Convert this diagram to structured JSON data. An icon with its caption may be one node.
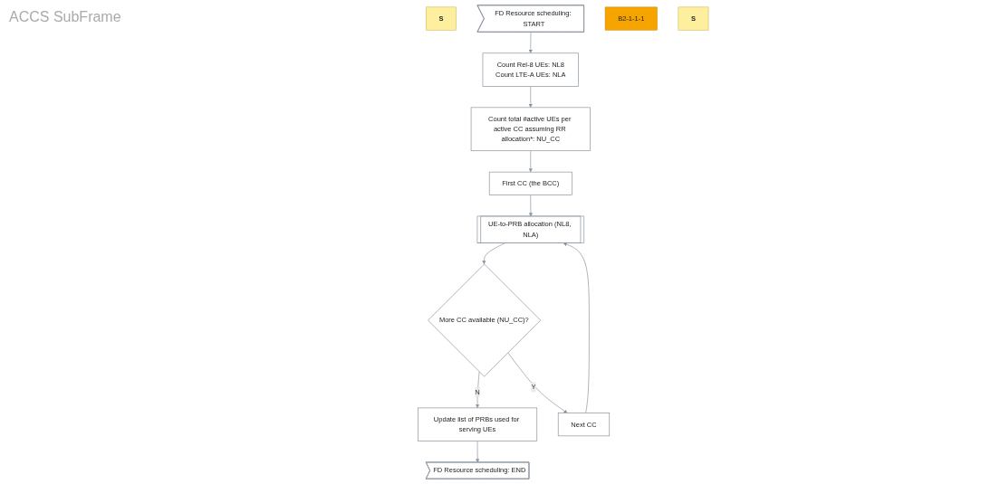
{
  "diagram": {
    "nodes": [
      {
        "text": [
          "S"
        ]
      },
      {
        "text": [
          "FD Resource scheduling: START"
        ]
      },
      {
        "text": [
          "Count Rel-8 UEs: NL8",
          "Count LTE-A UEs: NLA"
        ]
      },
      {
        "text": [
          "Count total #active UEs per active CC assuming RR allocation*: NU_CC"
        ]
      },
      {
        "text": [
          "First CC (the BCC)"
        ]
      },
      {
        "text": [
          "UE-to-PRB allocation (NL8, NLA)"
        ]
      },
      {
        "text": [
          "B2-1-1-1"
        ]
      },
      {
        "text": [
          "More CC available (NU_CC)?"
        ]
      },
      {
        "text": [
          "Update list of PRBs used for serving UEs"
        ]
      },
      {
        "text": [
          "S"
        ]
      },
      {
        "text": [
          "FD Resource scheduling: END"
        ]
      },
      {
        "text": [
          "Next CC"
        ]
      }
    ],
    "edges": [
      {
        "from": 1,
        "to": 2,
        "arrow": "to"
      },
      {
        "from": 2,
        "to": 3,
        "arrow": "to"
      },
      {
        "from": 3,
        "to": 4,
        "arrow": "to"
      },
      {
        "from": 4,
        "to": 5,
        "arrow": "to"
      },
      {
        "from": 5,
        "to": 7,
        "arrow": "to"
      },
      {
        "from": 7,
        "to": 8,
        "label": "N",
        "arrow": "to"
      },
      {
        "from": 8,
        "to": 10,
        "arrow": "to"
      },
      {
        "from": 7,
        "to": 11,
        "label": "Y",
        "arrow": "to"
      },
      {
        "from": 11,
        "to": 5,
        "arrow": "to"
      }
    ],
    "labels": [
      "ACCS SubFrame"
    ]
  }
}
